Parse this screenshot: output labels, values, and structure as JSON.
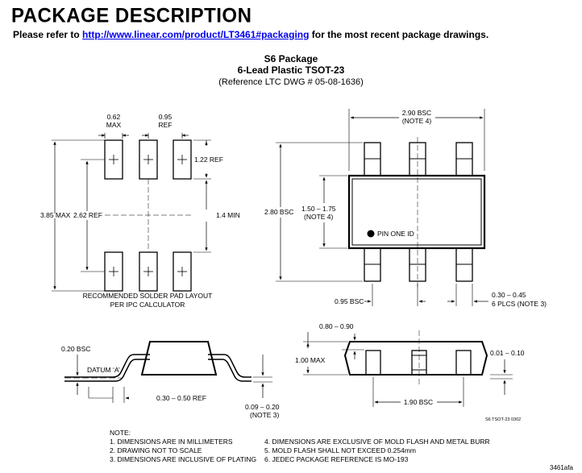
{
  "header": {
    "title": "PACKAGE DESCRIPTION",
    "ref_prefix": "Please refer to ",
    "ref_link": "http://www.linear.com/product/LT3461#packaging",
    "ref_suffix": " for the most recent package drawings."
  },
  "package": {
    "name": "S6 Package",
    "desc": "6-Lead Plastic TSOT-23",
    "ref": "(Reference LTC DWG # 05-08-1636)"
  },
  "dims": {
    "pad_w": "0.62",
    "pad_w_sub": "MAX",
    "pitch": "0.95",
    "pitch_sub": "REF",
    "pad_len": "1.22 REF",
    "overall_h": "3.85 MAX",
    "ref_2_62": "2.62 REF",
    "min_1_4": "1.4 MIN",
    "layout_caption_1": "RECOMMENDED SOLDER PAD LAYOUT",
    "layout_caption_2": "PER IPC CALCULATOR",
    "top_w": "2.90 BSC",
    "top_w_note": "(NOTE 4)",
    "side_2_80": "2.80 BSC",
    "body_w": "1.50 – 1.75",
    "body_w_note": "(NOTE 4)",
    "pin_one": "PIN ONE ID",
    "bsc_095": "0.95 BSC",
    "lead_w": "0.30 – 0.45",
    "lead_w_note": "6 PLCS (NOTE 3)",
    "bsc_020": "0.20 BSC",
    "datum": "DATUM ‘A’",
    "foot": "0.30 – 0.50 REF",
    "thick": "0.09 – 0.20",
    "thick_note": "(NOTE 3)",
    "standoff": "0.80 – 0.90",
    "max_h": "1.00 MAX",
    "clear": "0.01 – 0.10",
    "bsc_190": "1.90 BSC",
    "drawing_id": "S6 TSOT-23 0302"
  },
  "notes": {
    "title": "NOTE:",
    "n1": "1. DIMENSIONS ARE IN MILLIMETERS",
    "n2": "2. DRAWING NOT TO SCALE",
    "n3": "3. DIMENSIONS ARE INCLUSIVE OF PLATING",
    "n4": "4. DIMENSIONS ARE EXCLUSIVE OF MOLD FLASH AND METAL BURR",
    "n5": "5. MOLD FLASH SHALL NOT EXCEED 0.254mm",
    "n6": "6. JEDEC PACKAGE REFERENCE IS MO-193"
  },
  "footer": {
    "code": "3461afa"
  }
}
